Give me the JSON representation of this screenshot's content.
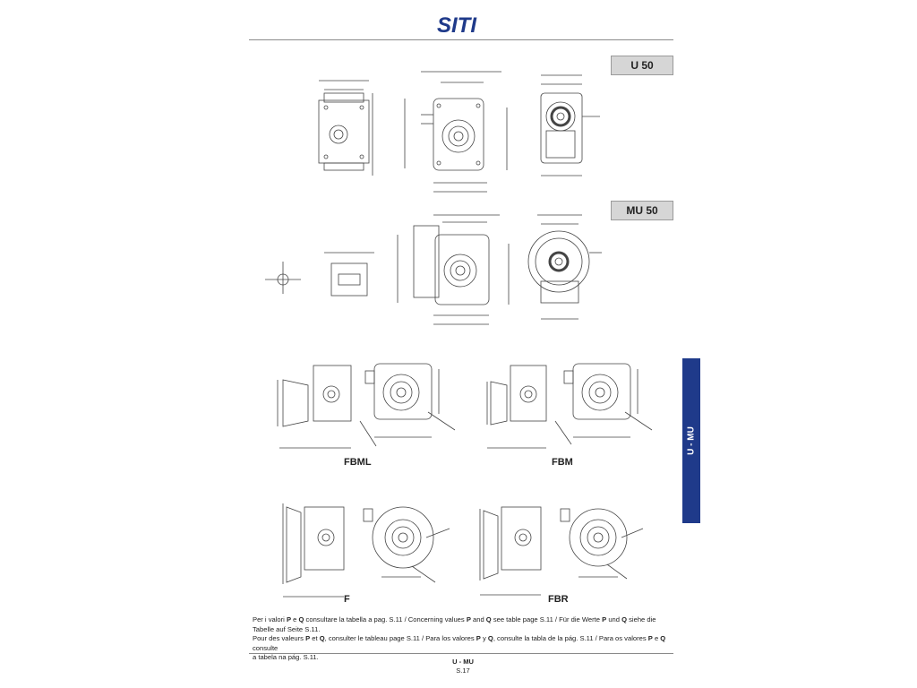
{
  "header": {
    "logo_text": "SITI",
    "logo_color": "#1f3a8a"
  },
  "models": {
    "u50": "U 50",
    "mu50": "MU 50"
  },
  "side_tab": {
    "label": "U - MU",
    "color": "#1f3a8a"
  },
  "variants": {
    "fbml": "FBML",
    "fbm": "FBM",
    "f": "F",
    "fbr": "FBR"
  },
  "notes": {
    "line1_parts": [
      "Per i valori ",
      "P",
      " e ",
      "Q",
      " consultare la tabella a pag. S.11 / Concerning values ",
      "P",
      " and ",
      "Q",
      " see table page S.11 / Für die Werte ",
      "P",
      " und ",
      "Q",
      " siehe die Tabelle auf Seite S.11."
    ],
    "line2_parts": [
      "Pour des valeurs ",
      "P",
      " et ",
      "Q",
      ", consulter le tableau page S.11 / Para los valores ",
      "P",
      " y ",
      "Q",
      ", consulte la tabla de la pág. S.11 / Para os valores ",
      "P",
      " e ",
      "Q",
      " consulte"
    ],
    "line3": "a tabela na pág. S.11."
  },
  "footer": {
    "section": "U - MU",
    "page": "S.17"
  }
}
